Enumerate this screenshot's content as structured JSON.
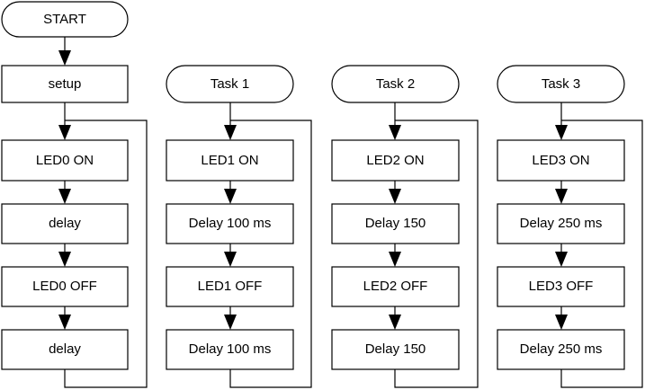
{
  "columns": [
    {
      "start": "START",
      "setup": "setup",
      "steps": [
        "LED0 ON",
        "delay",
        "LED0 OFF",
        "delay"
      ]
    },
    {
      "start": "Task 1",
      "steps": [
        "LED1 ON",
        "Delay 100 ms",
        "LED1 OFF",
        "Delay 100 ms"
      ]
    },
    {
      "start": "Task 2",
      "steps": [
        "LED2 ON",
        "Delay 150",
        "LED2 OFF",
        "Delay 150"
      ]
    },
    {
      "start": "Task 3",
      "steps": [
        "LED3 ON",
        "Delay 250 ms",
        "LED3 OFF",
        "Delay 250 ms"
      ]
    }
  ]
}
